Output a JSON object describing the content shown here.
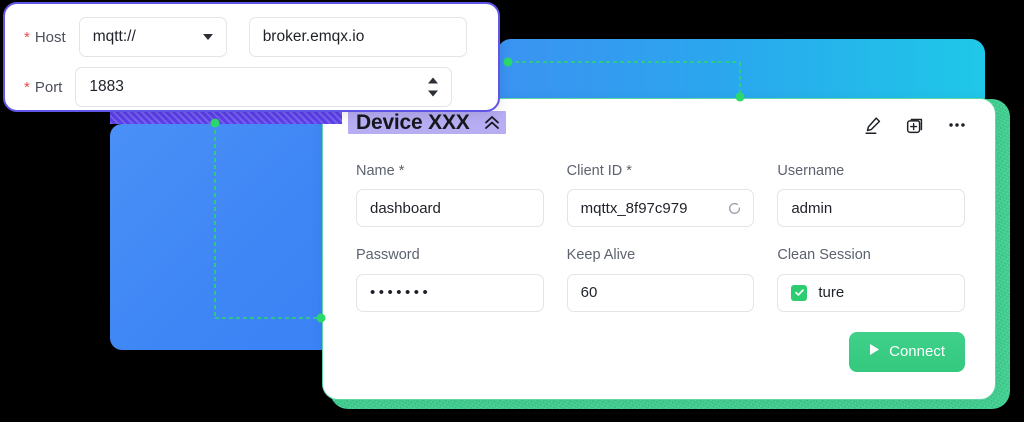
{
  "host_dialog": {
    "host": {
      "label": "Host",
      "required_marker": "*",
      "protocol_value": "mqtt://",
      "protocol_icon": "chevron-down-icon",
      "address_value": "broker.emqx.io",
      "address_placeholder": "broker.emqx.io"
    },
    "port": {
      "label": "Port",
      "required_marker": "*",
      "value": "1883",
      "placeholder": "1883",
      "stepper_up_icon": "caret-up-icon",
      "stepper_down_icon": "caret-down-icon"
    }
  },
  "device_card": {
    "title": "Device XXX",
    "collapse_icon": "double-chevron-up-icon",
    "actions": [
      {
        "name": "edit-icon",
        "label": "Edit"
      },
      {
        "name": "duplicate-icon",
        "label": "Duplicate"
      },
      {
        "name": "more-icon",
        "label": "More"
      }
    ],
    "fields": {
      "name": {
        "label": "Name *",
        "value": "dashboard",
        "placeholder": "dashboard"
      },
      "client_id": {
        "label": "Client ID *",
        "value": "mqttx_8f97c979",
        "placeholder": "mqttx_8f97c979",
        "suffix_icon": "refresh-icon"
      },
      "username": {
        "label": "Username",
        "value": "admin",
        "placeholder": "admin"
      },
      "password": {
        "label": "Password",
        "value": "•••••••",
        "placeholder": "Password"
      },
      "keep_alive": {
        "label": "Keep Alive",
        "value": "60",
        "placeholder": "60"
      },
      "clean_session": {
        "label": "Clean Session",
        "value": "ture",
        "checked": true,
        "check_icon": "checkmark-icon"
      }
    },
    "connect_button": {
      "label": "Connect",
      "icon": "play-icon"
    }
  },
  "colors": {
    "accent_purple": "#6155E8",
    "selection_purple": "#A79BF0",
    "strip_purple": "#5B3FEB",
    "green_primary": "#2ECC71",
    "green_card": "#3BCF8E",
    "connect_green": "#34C97F",
    "blue_square": "#3B82F6",
    "gradient_start": "#3B92F2",
    "gradient_end": "#1FC8E8",
    "required_red": "#F04A4A",
    "guide_green": "#2BD96B",
    "border_gray": "#E2E4E9",
    "label_gray": "#5C626E",
    "text_dark": "#1E2128"
  }
}
